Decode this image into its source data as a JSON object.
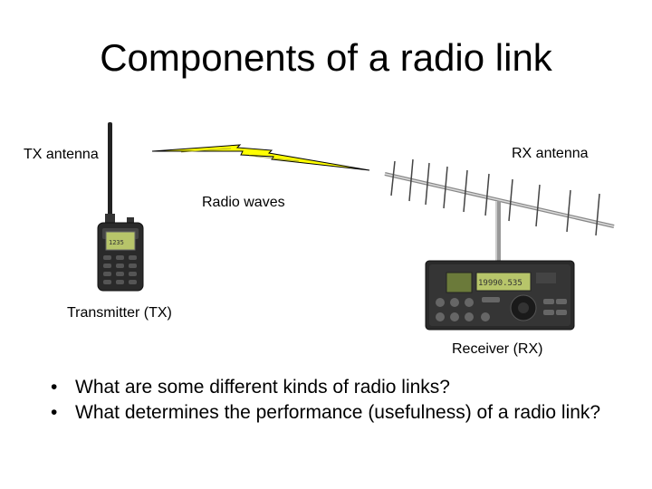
{
  "title": "Components of a radio link",
  "labels": {
    "tx_antenna": "TX antenna",
    "rx_antenna": "RX antenna",
    "radio_waves": "Radio waves",
    "transmitter": "Transmitter (TX)",
    "receiver": "Receiver (RX)"
  },
  "bullets": [
    "What are some different kinds of radio links?",
    "What determines the performance (usefulness) of a radio link?"
  ],
  "colors": {
    "wave_fill": "#ffff00",
    "device_body": "#2a2a2a",
    "display": "#b7c56a"
  }
}
